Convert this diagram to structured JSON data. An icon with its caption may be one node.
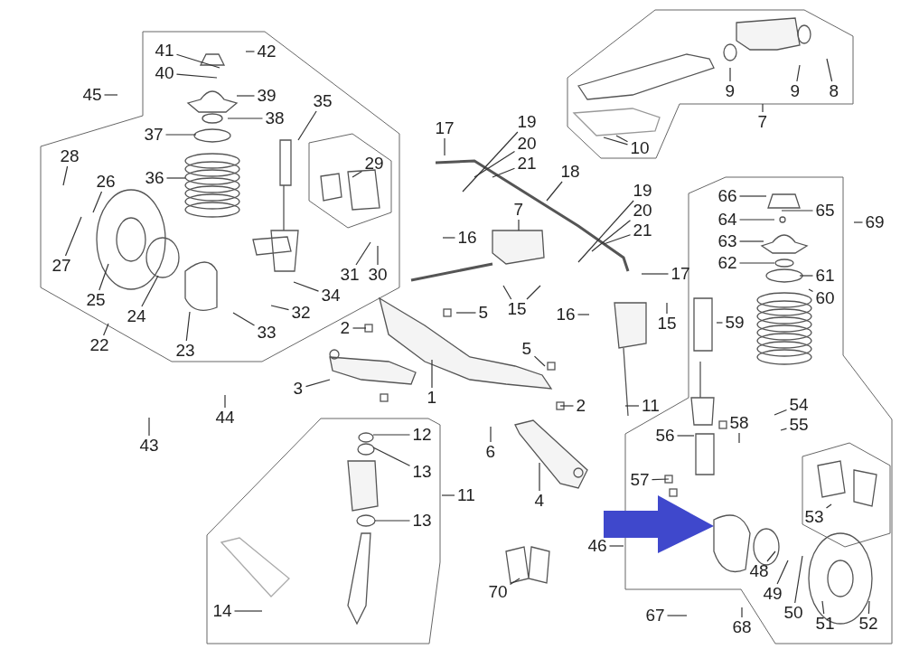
{
  "diagram": {
    "nodes": [
      {
        "text": [
          "1"
        ]
      },
      {
        "text": [
          "2"
        ]
      },
      {
        "text": [
          "2"
        ]
      },
      {
        "text": [
          "3"
        ]
      },
      {
        "text": [
          "4"
        ]
      },
      {
        "text": [
          "5"
        ]
      },
      {
        "text": [
          "5"
        ]
      },
      {
        "text": [
          "6"
        ]
      },
      {
        "text": [
          "7"
        ]
      },
      {
        "text": [
          "7"
        ]
      },
      {
        "text": [
          "8"
        ]
      },
      {
        "text": [
          "9"
        ]
      },
      {
        "text": [
          "9"
        ]
      },
      {
        "text": [
          "10"
        ]
      },
      {
        "text": [
          "11"
        ]
      },
      {
        "text": [
          "11"
        ]
      },
      {
        "text": [
          "12"
        ]
      },
      {
        "text": [
          "13"
        ]
      },
      {
        "text": [
          "13"
        ]
      },
      {
        "text": [
          "14"
        ]
      },
      {
        "text": [
          "15"
        ]
      },
      {
        "text": [
          "15"
        ]
      },
      {
        "text": [
          "16"
        ]
      },
      {
        "text": [
          "16"
        ]
      },
      {
        "text": [
          "17"
        ]
      },
      {
        "text": [
          "17"
        ]
      },
      {
        "text": [
          "18"
        ]
      },
      {
        "text": [
          "19"
        ]
      },
      {
        "text": [
          "19"
        ]
      },
      {
        "text": [
          "20"
        ]
      },
      {
        "text": [
          "20"
        ]
      },
      {
        "text": [
          "21"
        ]
      },
      {
        "text": [
          "21"
        ]
      },
      {
        "text": [
          "22"
        ]
      },
      {
        "text": [
          "23"
        ]
      },
      {
        "text": [
          "24"
        ]
      },
      {
        "text": [
          "25"
        ]
      },
      {
        "text": [
          "26"
        ]
      },
      {
        "text": [
          "27"
        ]
      },
      {
        "text": [
          "28"
        ]
      },
      {
        "text": [
          "29"
        ]
      },
      {
        "text": [
          "30"
        ]
      },
      {
        "text": [
          "31"
        ]
      },
      {
        "text": [
          "32"
        ]
      },
      {
        "text": [
          "33"
        ]
      },
      {
        "text": [
          "34"
        ]
      },
      {
        "text": [
          "35"
        ]
      },
      {
        "text": [
          "36"
        ]
      },
      {
        "text": [
          "37"
        ]
      },
      {
        "text": [
          "38"
        ]
      },
      {
        "text": [
          "39"
        ]
      },
      {
        "text": [
          "40"
        ]
      },
      {
        "text": [
          "41"
        ]
      },
      {
        "text": [
          "42"
        ]
      },
      {
        "text": [
          "43"
        ]
      },
      {
        "text": [
          "44"
        ]
      },
      {
        "text": [
          "45"
        ]
      },
      {
        "text": [
          "46"
        ]
      },
      {
        "text": [
          "48"
        ]
      },
      {
        "text": [
          "49"
        ]
      },
      {
        "text": [
          "50"
        ]
      },
      {
        "text": [
          "51"
        ]
      },
      {
        "text": [
          "52"
        ]
      },
      {
        "text": [
          "53"
        ]
      },
      {
        "text": [
          "54"
        ]
      },
      {
        "text": [
          "55"
        ]
      },
      {
        "text": [
          "56"
        ]
      },
      {
        "text": [
          "57"
        ]
      },
      {
        "text": [
          "58"
        ]
      },
      {
        "text": [
          "59"
        ]
      },
      {
        "text": [
          "60"
        ]
      },
      {
        "text": [
          "61"
        ]
      },
      {
        "text": [
          "62"
        ]
      },
      {
        "text": [
          "63"
        ]
      },
      {
        "text": [
          "64"
        ]
      },
      {
        "text": [
          "65"
        ]
      },
      {
        "text": [
          "66"
        ]
      },
      {
        "text": [
          "67"
        ]
      },
      {
        "text": [
          "68"
        ]
      },
      {
        "text": [
          "69"
        ]
      },
      {
        "text": [
          "70"
        ]
      }
    ],
    "edges": [
      {
        "from": 0,
        "to": null,
        "arrow": "none"
      },
      {
        "from": 1,
        "to": null,
        "arrow": "none"
      },
      {
        "from": 2,
        "to": null,
        "arrow": "none"
      },
      {
        "from": 3,
        "to": null,
        "arrow": "none"
      },
      {
        "from": 4,
        "to": null,
        "arrow": "none"
      },
      {
        "from": 5,
        "to": null,
        "arrow": "none"
      },
      {
        "from": 6,
        "to": null,
        "arrow": "none"
      },
      {
        "from": 7,
        "to": null,
        "arrow": "none"
      },
      {
        "from": 8,
        "to": null,
        "arrow": "none"
      },
      {
        "from": 9,
        "to": null,
        "arrow": "none"
      },
      {
        "from": 10,
        "to": null,
        "arrow": "none"
      },
      {
        "from": 11,
        "to": null,
        "arrow": "none"
      },
      {
        "from": 12,
        "to": null,
        "arrow": "none"
      },
      {
        "from": 13,
        "to": null,
        "arrow": "none"
      },
      {
        "from": 13,
        "to": null,
        "arrow": "none"
      },
      {
        "from": 14,
        "to": null,
        "arrow": "none"
      },
      {
        "from": 15,
        "to": null,
        "arrow": "none"
      },
      {
        "from": 16,
        "to": null,
        "arrow": "none"
      },
      {
        "from": 17,
        "to": null,
        "arrow": "none"
      },
      {
        "from": 18,
        "to": null,
        "arrow": "none"
      },
      {
        "from": 19,
        "to": null,
        "arrow": "none"
      },
      {
        "from": 20,
        "to": null,
        "arrow": "none"
      },
      {
        "from": 20,
        "to": null,
        "arrow": "none"
      },
      {
        "from": 21,
        "to": null,
        "arrow": "none"
      },
      {
        "from": 22,
        "to": null,
        "arrow": "none"
      },
      {
        "from": 23,
        "to": null,
        "arrow": "none"
      },
      {
        "from": 24,
        "to": null,
        "arrow": "none"
      },
      {
        "from": 25,
        "to": null,
        "arrow": "none"
      },
      {
        "from": 26,
        "to": null,
        "arrow": "none"
      },
      {
        "from": 27,
        "to": null,
        "arrow": "none"
      },
      {
        "from": 28,
        "to": null,
        "arrow": "none"
      },
      {
        "from": 29,
        "to": null,
        "arrow": "none"
      },
      {
        "from": 30,
        "to": null,
        "arrow": "none"
      },
      {
        "from": 31,
        "to": null,
        "arrow": "none"
      },
      {
        "from": 32,
        "to": null,
        "arrow": "none"
      },
      {
        "from": 33,
        "to": null,
        "arrow": "none"
      },
      {
        "from": 34,
        "to": null,
        "arrow": "none"
      },
      {
        "from": 35,
        "to": null,
        "arrow": "none"
      },
      {
        "from": 36,
        "to": null,
        "arrow": "none"
      },
      {
        "from": 37,
        "to": null,
        "arrow": "none"
      },
      {
        "from": 38,
        "to": null,
        "arrow": "none"
      },
      {
        "from": 39,
        "to": null,
        "arrow": "none"
      },
      {
        "from": 40,
        "to": null,
        "arrow": "none"
      },
      {
        "from": 41,
        "to": null,
        "arrow": "none"
      },
      {
        "from": 42,
        "to": null,
        "arrow": "none"
      },
      {
        "from": 43,
        "to": null,
        "arrow": "none"
      },
      {
        "from": 44,
        "to": null,
        "arrow": "none"
      },
      {
        "from": 45,
        "to": null,
        "arrow": "none"
      },
      {
        "from": 46,
        "to": null,
        "arrow": "none"
      },
      {
        "from": 47,
        "to": null,
        "arrow": "none"
      },
      {
        "from": 48,
        "to": null,
        "arrow": "none"
      },
      {
        "from": 49,
        "to": null,
        "arrow": "none"
      },
      {
        "from": 50,
        "to": null,
        "arrow": "none"
      },
      {
        "from": 51,
        "to": null,
        "arrow": "none"
      },
      {
        "from": 52,
        "to": null,
        "arrow": "none"
      },
      {
        "from": 53,
        "to": null,
        "arrow": "none"
      },
      {
        "from": 54,
        "to": null,
        "arrow": "none"
      },
      {
        "from": 55,
        "to": null,
        "arrow": "none"
      },
      {
        "from": 56,
        "to": null,
        "arrow": "none"
      },
      {
        "from": 57,
        "to": null,
        "arrow": "none"
      },
      {
        "from": 58,
        "to": null,
        "arrow": "none"
      },
      {
        "from": 59,
        "to": null,
        "arrow": "none"
      },
      {
        "from": 60,
        "to": null,
        "arrow": "none"
      },
      {
        "from": 61,
        "to": null,
        "arrow": "none"
      },
      {
        "from": 62,
        "to": null,
        "arrow": "none"
      },
      {
        "from": 63,
        "to": null,
        "arrow": "none"
      },
      {
        "from": 64,
        "to": null,
        "arrow": "none"
      },
      {
        "from": 65,
        "to": null,
        "arrow": "none"
      },
      {
        "from": 66,
        "to": null,
        "arrow": "none"
      },
      {
        "from": 67,
        "to": null,
        "arrow": "none"
      },
      {
        "from": 68,
        "to": null,
        "arrow": "none"
      },
      {
        "from": 69,
        "to": null,
        "arrow": "none"
      },
      {
        "from": 70,
        "to": null,
        "arrow": "none"
      },
      {
        "from": 71,
        "to": null,
        "arrow": "none"
      },
      {
        "from": 72,
        "to": null,
        "arrow": "none"
      },
      {
        "from": 73,
        "to": null,
        "arrow": "none"
      },
      {
        "from": 74,
        "to": null,
        "arrow": "none"
      },
      {
        "from": 75,
        "to": null,
        "arrow": "none"
      },
      {
        "from": 76,
        "to": null,
        "arrow": "none"
      },
      {
        "from": 77,
        "to": null,
        "arrow": "none"
      },
      {
        "from": 78,
        "to": null,
        "arrow": "none"
      },
      {
        "from": 79,
        "to": null,
        "arrow": "none"
      },
      {
        "from": 80,
        "to": null,
        "arrow": "none"
      }
    ]
  }
}
